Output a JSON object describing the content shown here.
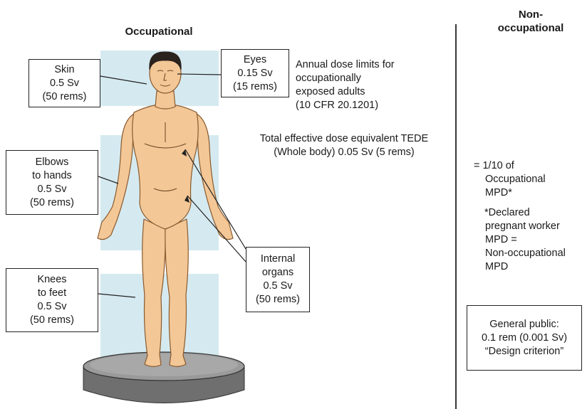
{
  "headings": {
    "occupational": "Occupational",
    "non_occupational": [
      "Non-",
      "occupational"
    ]
  },
  "labels": {
    "skin": [
      "Skin",
      "0.5 Sv",
      "(50 rems)"
    ],
    "eyes": [
      "Eyes",
      "0.15 Sv",
      "(15 rems)"
    ],
    "elbows": [
      "Elbows",
      "to hands",
      "0.5 Sv",
      "(50 rems)"
    ],
    "knees": [
      "Knees",
      "to feet",
      "0.5 Sv",
      "(50 rems)"
    ],
    "internal": [
      "Internal",
      "organs",
      "0.5 Sv",
      "(50 rems)"
    ]
  },
  "annual_limits": [
    "Annual dose limits for",
    "occupationally",
    "exposed adults",
    "(10 CFR 20.1201)"
  ],
  "tede": [
    "Total effective dose equivalent TEDE",
    "(Whole body) 0.05 Sv (5 rems)"
  ],
  "non_occupational": {
    "mpd": [
      "= 1/10 of",
      "Occupational",
      "MPD*"
    ],
    "footnote": [
      "*Declared",
      "pregnant worker",
      "MPD =",
      "Non-occupational",
      "MPD"
    ],
    "general_public": [
      "General public:",
      "0.1 rem (0.001 Sv)",
      "“Design criterion”"
    ]
  },
  "colors": {
    "band": "#d5eaf0",
    "skin": "#f3c796",
    "skin_outline": "#8a5a2e",
    "hair": "#2a221c",
    "platform": "#8c8c8c"
  }
}
